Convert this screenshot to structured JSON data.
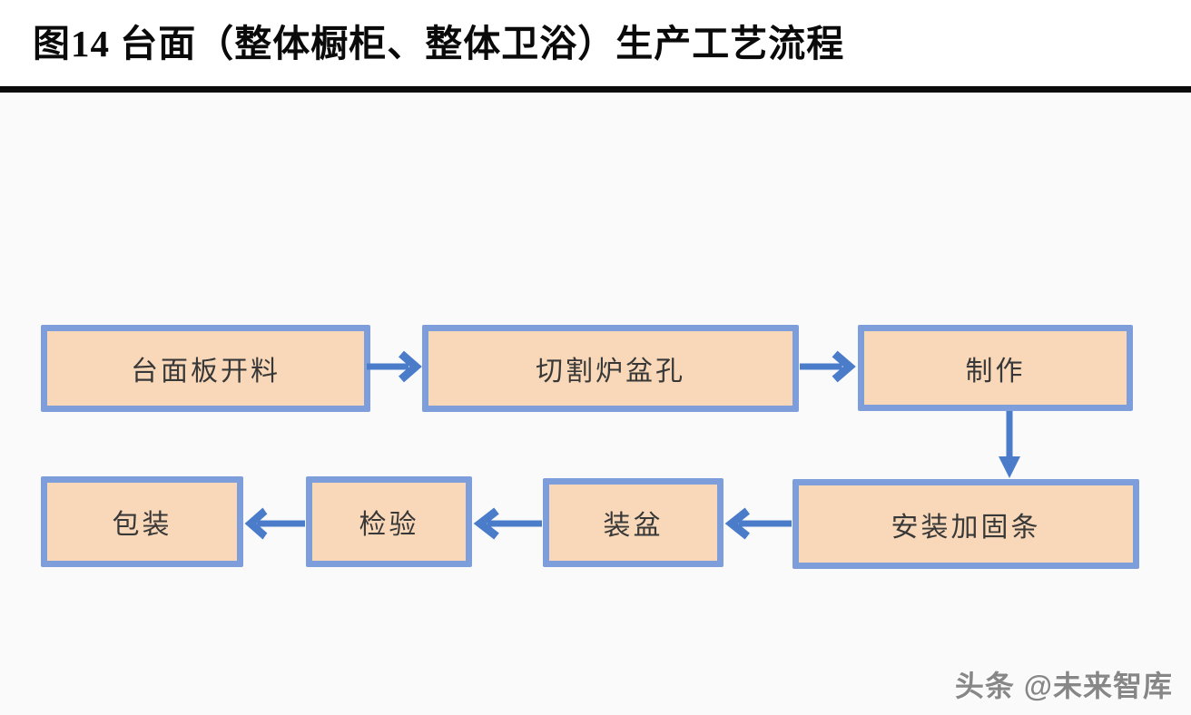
{
  "figure": {
    "title": "图14 台面（整体橱柜、整体卫浴）生产工艺流程"
  },
  "watermark": {
    "text": "头条 @未来智库"
  },
  "colors": {
    "box_fill": "#F8D8B8",
    "box_border": "#7D9EDA",
    "arrow": "#4A7CCA",
    "divider": "#0B0B0B",
    "title_text": "#0A0A0A",
    "node_text": "#383838",
    "watermark_text": "#878787"
  },
  "flowchart": {
    "nodes": [
      {
        "id": "countertop-cutting",
        "label": "台面板开料"
      },
      {
        "id": "basin-hole-cutting",
        "label": "切割炉盆孔"
      },
      {
        "id": "fabrication",
        "label": "制作"
      },
      {
        "id": "install-reinforcement-strip",
        "label": "安装加固条"
      },
      {
        "id": "install-basin",
        "label": "装盆"
      },
      {
        "id": "inspection",
        "label": "检验"
      },
      {
        "id": "packaging",
        "label": "包装"
      }
    ],
    "edges": [
      {
        "from": "台面板开料",
        "to": "切割炉盆孔",
        "direction": "right"
      },
      {
        "from": "切割炉盆孔",
        "to": "制作",
        "direction": "right"
      },
      {
        "from": "制作",
        "to": "安装加固条",
        "direction": "down"
      },
      {
        "from": "安装加固条",
        "to": "装盆",
        "direction": "left"
      },
      {
        "from": "装盆",
        "to": "检验",
        "direction": "left"
      },
      {
        "from": "检验",
        "to": "包装",
        "direction": "left"
      }
    ]
  }
}
